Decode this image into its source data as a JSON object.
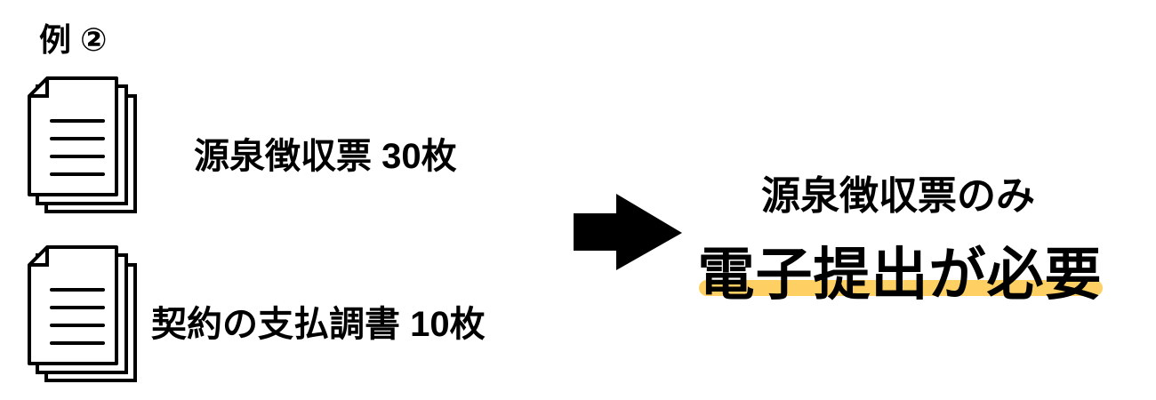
{
  "title": "例 ②",
  "documents": [
    {
      "label": "源泉徴収票 30枚",
      "icon": "document-stack-icon"
    },
    {
      "label": "契約の支払調書 10枚",
      "icon": "document-stack-icon"
    }
  ],
  "arrow_icon": "right-arrow-icon",
  "result": {
    "line1": "源泉徴収票のみ",
    "line2": "電子提出が必要",
    "highlight_color": "#FECF62"
  }
}
